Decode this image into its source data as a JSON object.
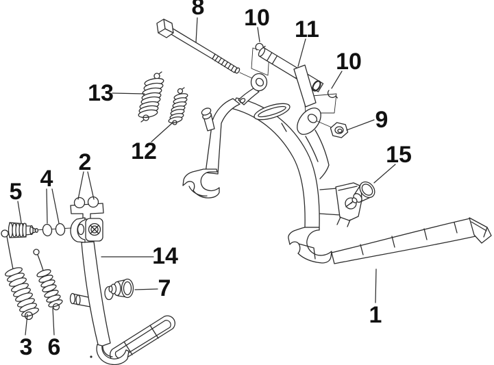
{
  "diagram": {
    "type": "exploded-parts-diagram",
    "colors": {
      "background": "#ffffff",
      "line": "#2b2b2b",
      "label": "#111111"
    },
    "labels": [
      {
        "id": "callout-8",
        "text": "8"
      },
      {
        "id": "callout-10a",
        "text": "10"
      },
      {
        "id": "callout-11",
        "text": "11"
      },
      {
        "id": "callout-10b",
        "text": "10"
      },
      {
        "id": "callout-9",
        "text": "9"
      },
      {
        "id": "callout-15",
        "text": "15"
      },
      {
        "id": "callout-13",
        "text": "13"
      },
      {
        "id": "callout-12",
        "text": "12"
      },
      {
        "id": "callout-2",
        "text": "2"
      },
      {
        "id": "callout-4",
        "text": "4"
      },
      {
        "id": "callout-5",
        "text": "5"
      },
      {
        "id": "callout-14",
        "text": "14"
      },
      {
        "id": "callout-7",
        "text": "7"
      },
      {
        "id": "callout-3",
        "text": "3"
      },
      {
        "id": "callout-6",
        "text": "6"
      },
      {
        "id": "callout-1",
        "text": "1"
      }
    ]
  }
}
